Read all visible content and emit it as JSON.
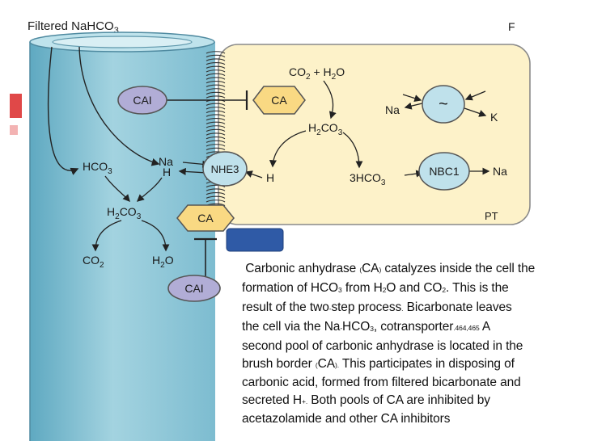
{
  "diagram": {
    "title": {
      "pre": "Filtered NaHCO",
      "sub": "3"
    },
    "corner_mark": "F",
    "lumen": {
      "hco3": {
        "pre": "HCO",
        "sub": "3"
      },
      "na": "Na",
      "h": "H",
      "h2co3": {
        "a": "H",
        "s1": "2",
        "b": "CO",
        "s2": "3"
      },
      "co2": {
        "a": "CO",
        "s": "2"
      },
      "h2o": {
        "a": "H",
        "s": "2",
        "b": "O"
      }
    },
    "cell": {
      "co2_h2o": {
        "a": "CO",
        "s1": "2",
        "b": " + H",
        "s2": "2",
        "c": "O"
      },
      "h2co3": {
        "a": "H",
        "s1": "2",
        "b": "CO",
        "s2": "3"
      },
      "h": "H",
      "three_hco3": {
        "a": "3HCO",
        "s": "3"
      },
      "na_left": "Na",
      "k": "K",
      "na_right": "Na",
      "pt": "PT"
    },
    "nodes": {
      "cai_top": "CAI",
      "ca_top": "CA",
      "nhe3": "NHE3",
      "nbc1": "NBC1",
      "atpase": "~",
      "ca_bottom": "CA",
      "cai_bottom": "CAI"
    },
    "colors": {
      "cell_fill": "#fdf2c9",
      "tubule_fill": "#8ec5d6",
      "ca_fill": "#f9d983",
      "cai_fill": "#b1add6",
      "transporter_fill": "#bfe1eb",
      "button_fill": "#2f5aa6",
      "side_mark": "#e04848"
    }
  },
  "caption": {
    "l1a": "Carbonic anhydrase ",
    "l1b": "(",
    "l1c": "CA",
    "l1d": ")",
    "l1e": " catalyzes inside the cell the",
    "l2a": "formation of HCO",
    "l2b": "3",
    "l2c": " from H",
    "l2d": "2",
    "l2e": "O and CO",
    "l2f": "2",
    "l2g": ". This is the",
    "l3a": "result of the two",
    "l3b": "-",
    "l3c": "step process",
    "l3d": ".",
    "l3e": " Bicarbonate leaves",
    "l4a": "the cell via the Na",
    "l4b": "-",
    "l4c": "HCO",
    "l4d": "3",
    "l4e": ", cotransporter",
    "l4f": ".464,465",
    "l4g": " A",
    "l5": "second pool of carbonic anhydrase is located in the",
    "l6a": "brush border ",
    "l6b": "(",
    "l6c": "CA",
    "l6d": ").",
    "l6e": " This participates in disposing of",
    "l7": "carbonic acid, formed from filtered bicarbonate and",
    "l8a": "secreted H",
    "l8b": "+.",
    "l8c": " Both pools of CA are inhibited by",
    "l9": "acetazolamide and other CA inhibitors"
  }
}
